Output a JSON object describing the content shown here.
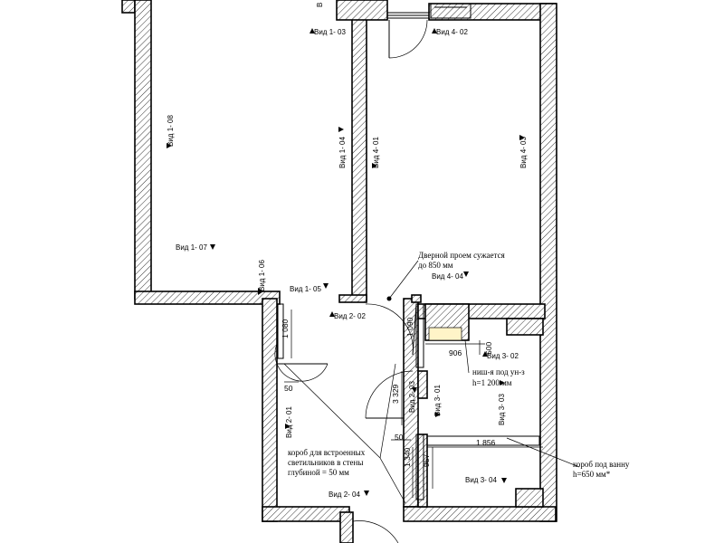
{
  "view_markers": {
    "v1_03": "Вид 1- 03",
    "v4_02": "Вид 4- 02",
    "v1_08": "Вид 1- 08",
    "v1_04": "Вид 1- 04",
    "v4_01": "Вид 4- 01",
    "v4_03": "Вид 4- 03",
    "v1_07": "Вид 1- 07",
    "v1_06": "Вид 1- 06",
    "v1_05": "Вид 1- 05",
    "v2_02": "Вид 2- 02",
    "v4_04": "Вид 4- 04",
    "v3_02": "Вид 3- 02",
    "v2_01": "Вид 2- 01",
    "v2_03": "Вид 2- 03",
    "v3_01": "Вид 3- 01",
    "v3_03": "Вид 3- 03",
    "v3_04": "Вид 3- 04",
    "v2_04": "Вид 2- 04",
    "top_cut": "В"
  },
  "dimensions": {
    "d1080": "1 080",
    "d1090": "1 090",
    "d906": "906",
    "d500": "500",
    "d50a": "50",
    "d3329": "3 329",
    "d50b": "50",
    "d1340": "1 340",
    "d1856": "1 856",
    "d957": "957"
  },
  "notes": {
    "door_line1": "Дверной проем сужается",
    "door_line2": "до 850 мм",
    "niche_line1": "ниш-я под ун-з",
    "niche_line2": "h=1 200 мм",
    "box_line1": "короб для встроенных",
    "box_line2": "светильников в стены",
    "box_line3": "глубиной = 50 мм",
    "bath_line1": "короб под ванну",
    "bath_line2": "h=650 мм*"
  }
}
